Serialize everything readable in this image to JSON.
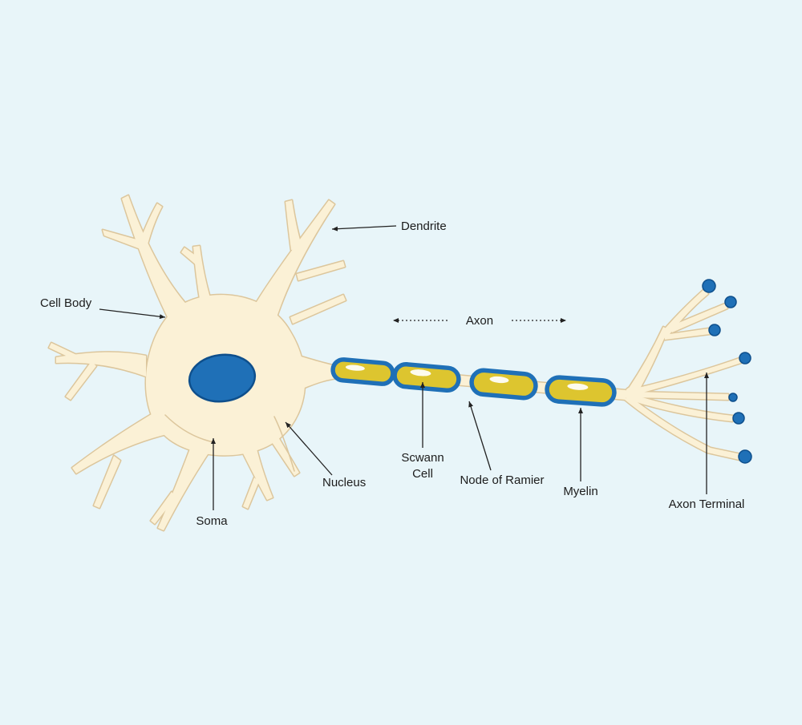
{
  "page": {
    "title": "Neuron Diagram"
  },
  "colors": {
    "background": "#e8f5f9",
    "cell_fill": "#fbf1d6",
    "cell_stroke": "#dcc69c",
    "nucleus_fill": "#1f70b7",
    "nucleus_stroke": "#0e4f8c",
    "myelin_fill": "#ddc52f",
    "myelin_stroke": "#1f70b7",
    "terminal_dot_fill": "#1f70b7",
    "terminal_dot_stroke": "#0e4f8c",
    "label_color": "#1c1c1c",
    "arrow_color": "#222222"
  },
  "labels": {
    "dendrite": "Dendrite",
    "cell_body": "Cell Body",
    "axon": "Axon",
    "nucleus": "Nucleus",
    "soma": "Soma",
    "schwann_cell_line1": "Scwann",
    "schwann_cell_line2": "Cell",
    "node_of_ranvier": "Node of Ramier",
    "myelin": "Myelin",
    "axon_terminal": "Axon Terminal"
  }
}
